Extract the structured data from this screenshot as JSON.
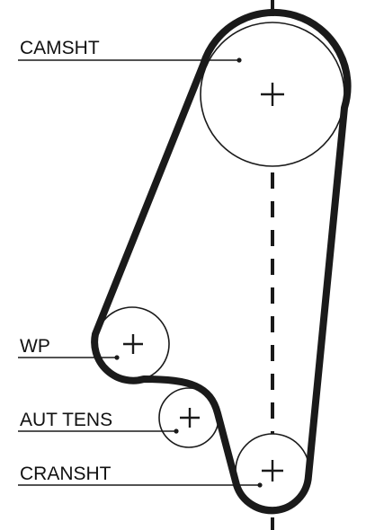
{
  "diagram": {
    "labels": {
      "camshaft": "CAMSHT",
      "water_pump": "WP",
      "auto_tensioner": "AUT TENS",
      "crankshaft": "CRANSHT"
    },
    "colors": {
      "belt": "#1a1a1a",
      "pulley_outline": "#1a1a1a",
      "leader_line": "#1a1a1a",
      "background": "#ffffff"
    }
  }
}
